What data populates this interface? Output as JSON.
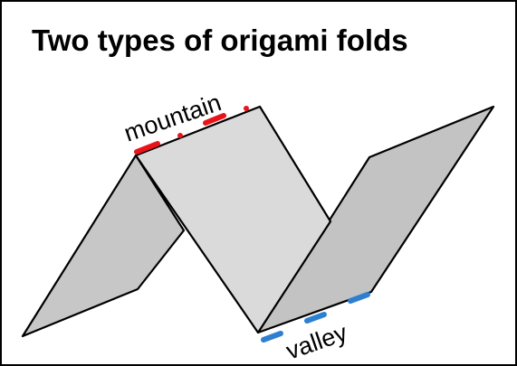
{
  "title": "Two types of origami folds",
  "labels": {
    "mountain": "mountain",
    "valley": "valley"
  },
  "colors": {
    "mountain_crease": "#e8141a",
    "valley_crease": "#2f7fd0",
    "panel_left": "#c7c7c7",
    "panel_middle": "#dadada",
    "panel_right": "#c3c3c3",
    "outline": "#000000"
  }
}
